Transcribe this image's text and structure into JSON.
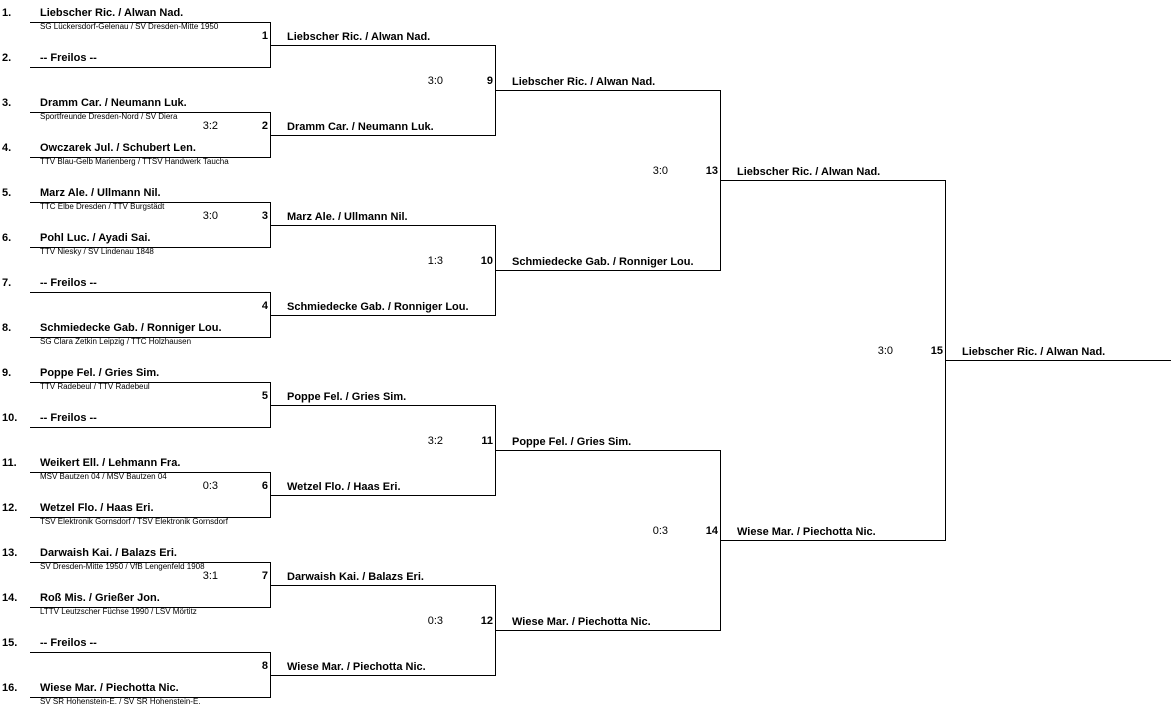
{
  "entries": [
    {
      "seed": "1.",
      "name": "Liebscher Ric. / Alwan Nad.",
      "club": "SG Lückersdorf-Gelenau / SV Dresden-Mitte 1950"
    },
    {
      "seed": "2.",
      "name": "-- Freilos --",
      "club": ""
    },
    {
      "seed": "3.",
      "name": "Dramm Car. / Neumann Luk.",
      "club": "Sportfreunde Dresden-Nord / SV Diera"
    },
    {
      "seed": "4.",
      "name": "Owczarek Jul. / Schubert Len.",
      "club": "TTV Blau-Gelb Marienberg / TTSV Handwerk Taucha"
    },
    {
      "seed": "5.",
      "name": "Marz Ale. / Ullmann Nil.",
      "club": "TTC Elbe Dresden / TTV Burgstädt"
    },
    {
      "seed": "6.",
      "name": "Pohl Luc. / Ayadi Sai.",
      "club": "TTV Niesky / SV Lindenau 1848"
    },
    {
      "seed": "7.",
      "name": "-- Freilos --",
      "club": ""
    },
    {
      "seed": "8.",
      "name": "Schmiedecke Gab. / Ronniger Lou.",
      "club": "SG Clara Zetkin Leipzig / TTC Holzhausen"
    },
    {
      "seed": "9.",
      "name": "Poppe Fel. / Gries Sim.",
      "club": "TTV Radebeul / TTV Radebeul"
    },
    {
      "seed": "10.",
      "name": "-- Freilos --",
      "club": ""
    },
    {
      "seed": "11.",
      "name": "Weikert Ell. / Lehmann Fra.",
      "club": "MSV Bautzen 04 / MSV Bautzen 04"
    },
    {
      "seed": "12.",
      "name": "Wetzel Flo. / Haas Eri.",
      "club": "TSV Elektronik Gornsdorf / TSV Elektronik Gornsdorf"
    },
    {
      "seed": "13.",
      "name": "Darwaish Kai. / Balazs Eri.",
      "club": "SV Dresden-Mitte 1950 / VfB Lengenfeld 1908"
    },
    {
      "seed": "14.",
      "name": "Roß Mis. / Grießer Jon.",
      "club": "LTTV Leutzscher Füchse 1990 / LSV Mörtitz"
    },
    {
      "seed": "15.",
      "name": "-- Freilos --",
      "club": ""
    },
    {
      "seed": "16.",
      "name": "Wiese Mar. / Piechotta Nic.",
      "club": "SV SR Hohenstein-E. / SV SR Hohenstein-E."
    }
  ],
  "round1": [
    {
      "num": "1",
      "score": "",
      "winner": "Liebscher Ric. / Alwan Nad."
    },
    {
      "num": "2",
      "score": "3:2",
      "winner": "Dramm Car. / Neumann Luk."
    },
    {
      "num": "3",
      "score": "3:0",
      "winner": "Marz Ale. / Ullmann Nil."
    },
    {
      "num": "4",
      "score": "",
      "winner": "Schmiedecke Gab. / Ronniger Lou."
    },
    {
      "num": "5",
      "score": "",
      "winner": "Poppe Fel. / Gries Sim."
    },
    {
      "num": "6",
      "score": "0:3",
      "winner": "Wetzel Flo. / Haas Eri."
    },
    {
      "num": "7",
      "score": "3:1",
      "winner": "Darwaish Kai. / Balazs Eri."
    },
    {
      "num": "8",
      "score": "",
      "winner": "Wiese Mar. / Piechotta Nic."
    }
  ],
  "round2": [
    {
      "num": "9",
      "score": "3:0",
      "winner": "Liebscher Ric. / Alwan Nad."
    },
    {
      "num": "10",
      "score": "1:3",
      "winner": "Schmiedecke Gab. / Ronniger Lou."
    },
    {
      "num": "11",
      "score": "3:2",
      "winner": "Poppe Fel. / Gries Sim."
    },
    {
      "num": "12",
      "score": "0:3",
      "winner": "Wiese Mar. / Piechotta Nic."
    }
  ],
  "round3": [
    {
      "num": "13",
      "score": "3:0",
      "winner": "Liebscher Ric. / Alwan Nad."
    },
    {
      "num": "14",
      "score": "0:3",
      "winner": "Wiese Mar. / Piechotta Nic."
    }
  ],
  "final": {
    "num": "15",
    "score": "3:0",
    "winner": "Liebscher Ric. / Alwan Nad."
  }
}
